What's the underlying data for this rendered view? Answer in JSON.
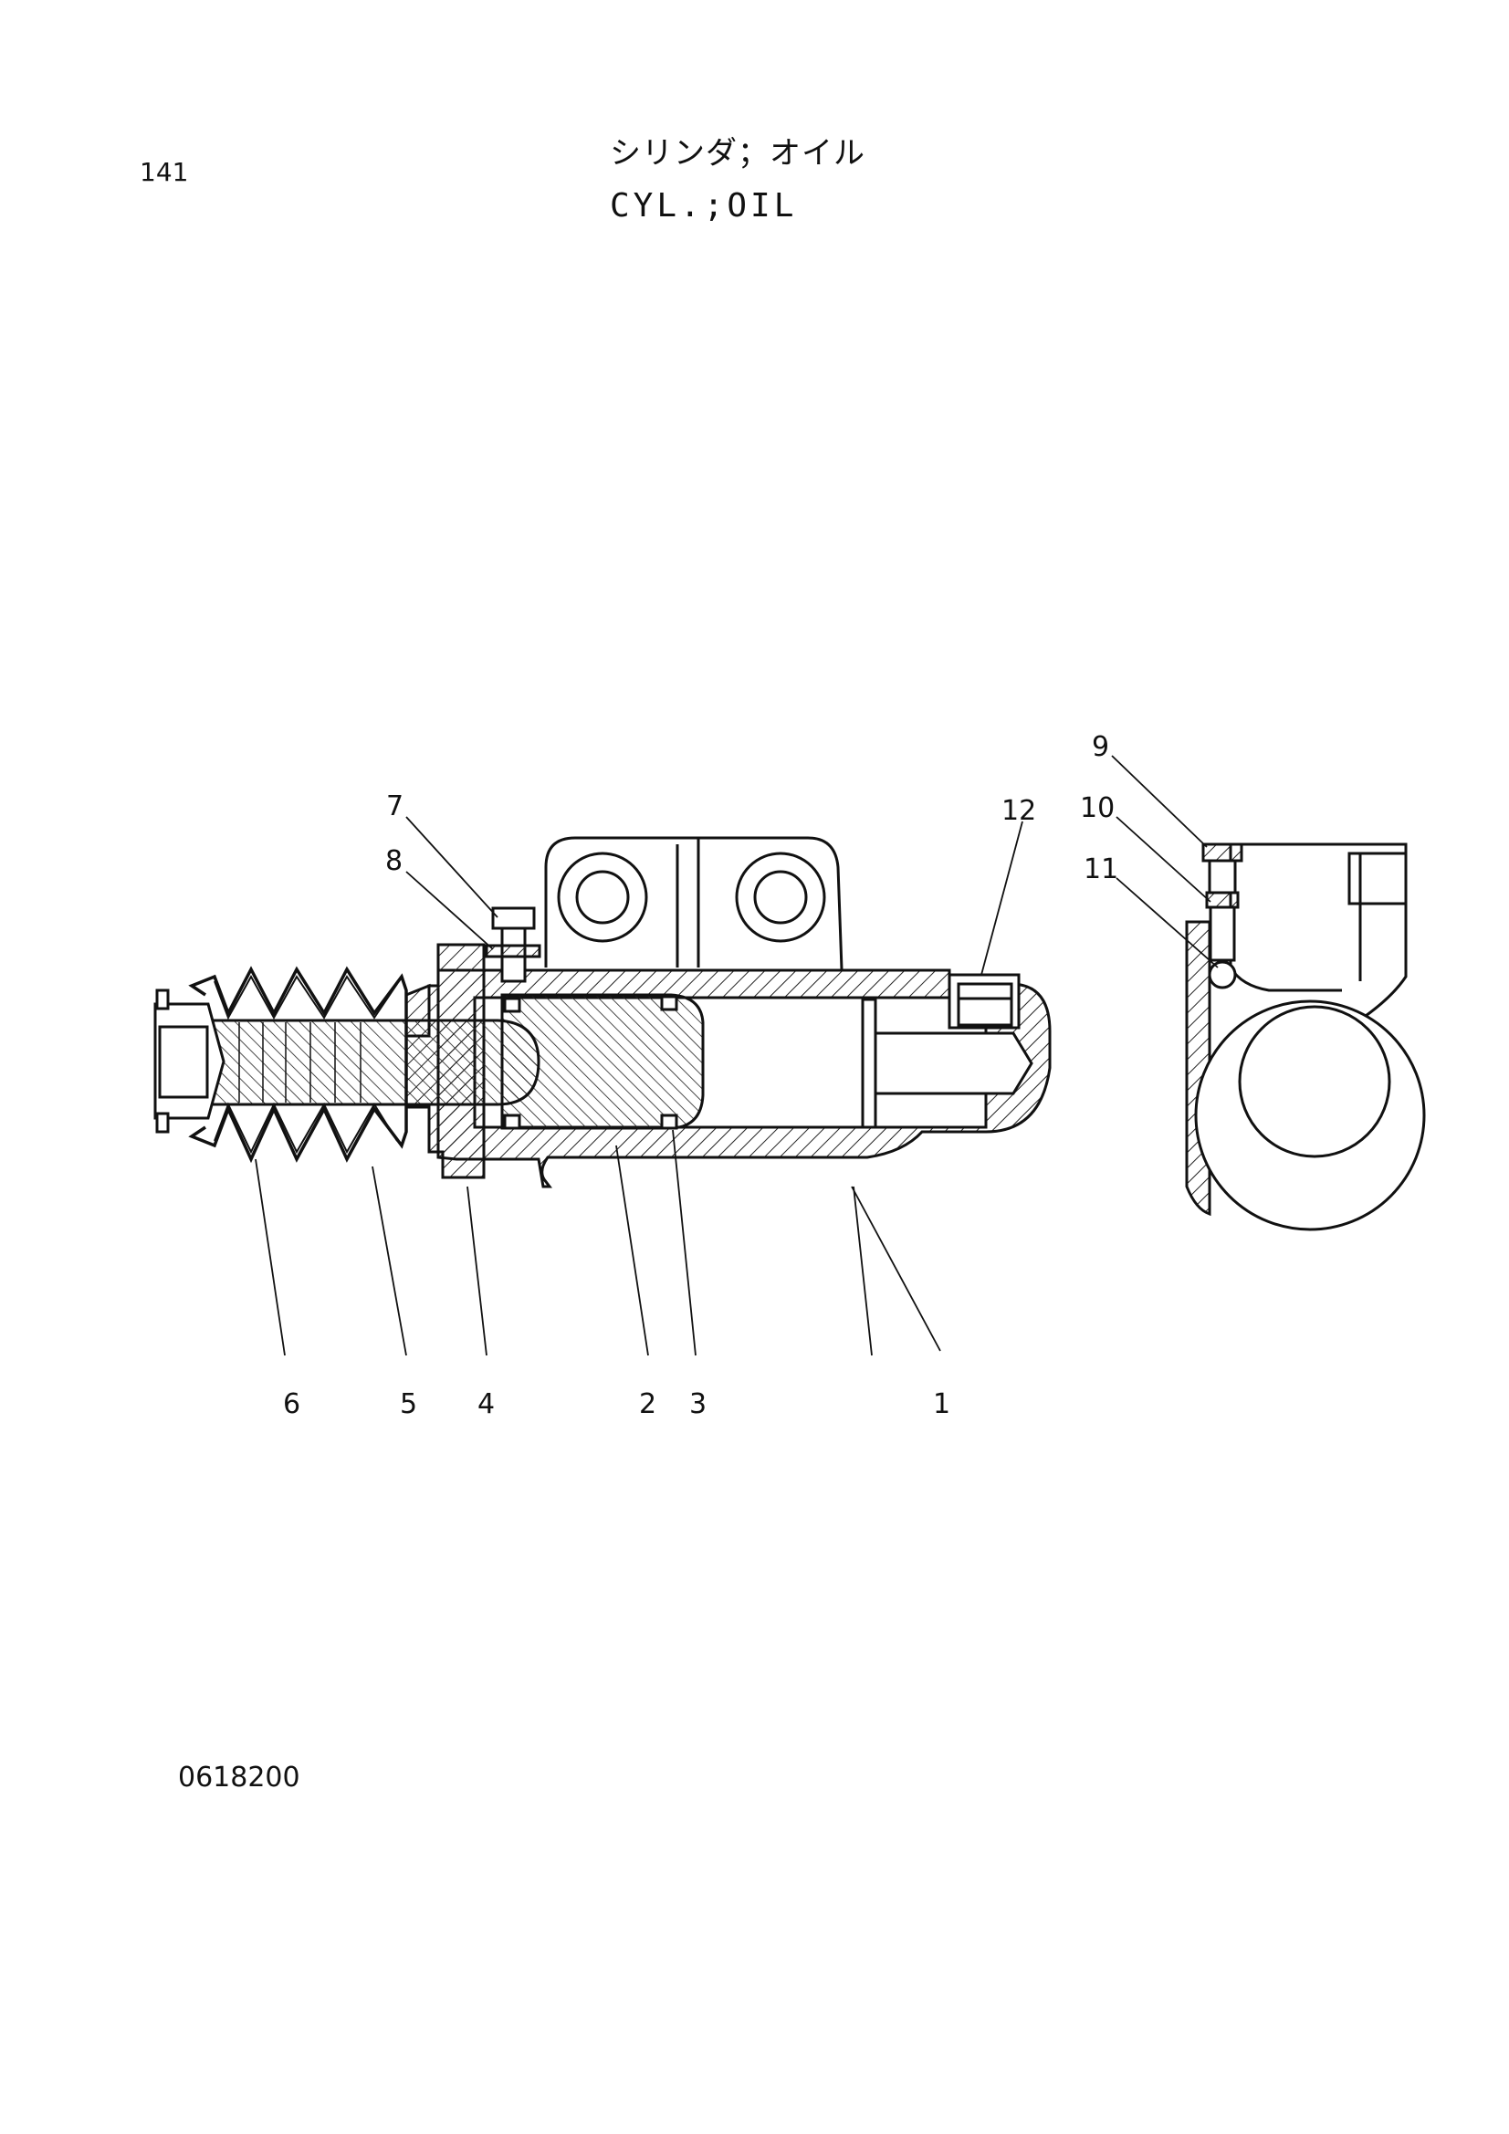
{
  "page": {
    "number": "141",
    "title_jp": "シリンダ；オイル",
    "title_en": "CYL.;OIL",
    "doc_code": "0618200"
  },
  "callouts": [
    {
      "id": "c1",
      "label": "1"
    },
    {
      "id": "c2",
      "label": "2"
    },
    {
      "id": "c3",
      "label": "3"
    },
    {
      "id": "c4",
      "label": "4"
    },
    {
      "id": "c5",
      "label": "5"
    },
    {
      "id": "c6",
      "label": "6"
    },
    {
      "id": "c7",
      "label": "7"
    },
    {
      "id": "c8",
      "label": "8"
    },
    {
      "id": "c9",
      "label": "9"
    },
    {
      "id": "c10",
      "label": "10"
    },
    {
      "id": "c11",
      "label": "11"
    },
    {
      "id": "c12",
      "label": "12"
    }
  ]
}
